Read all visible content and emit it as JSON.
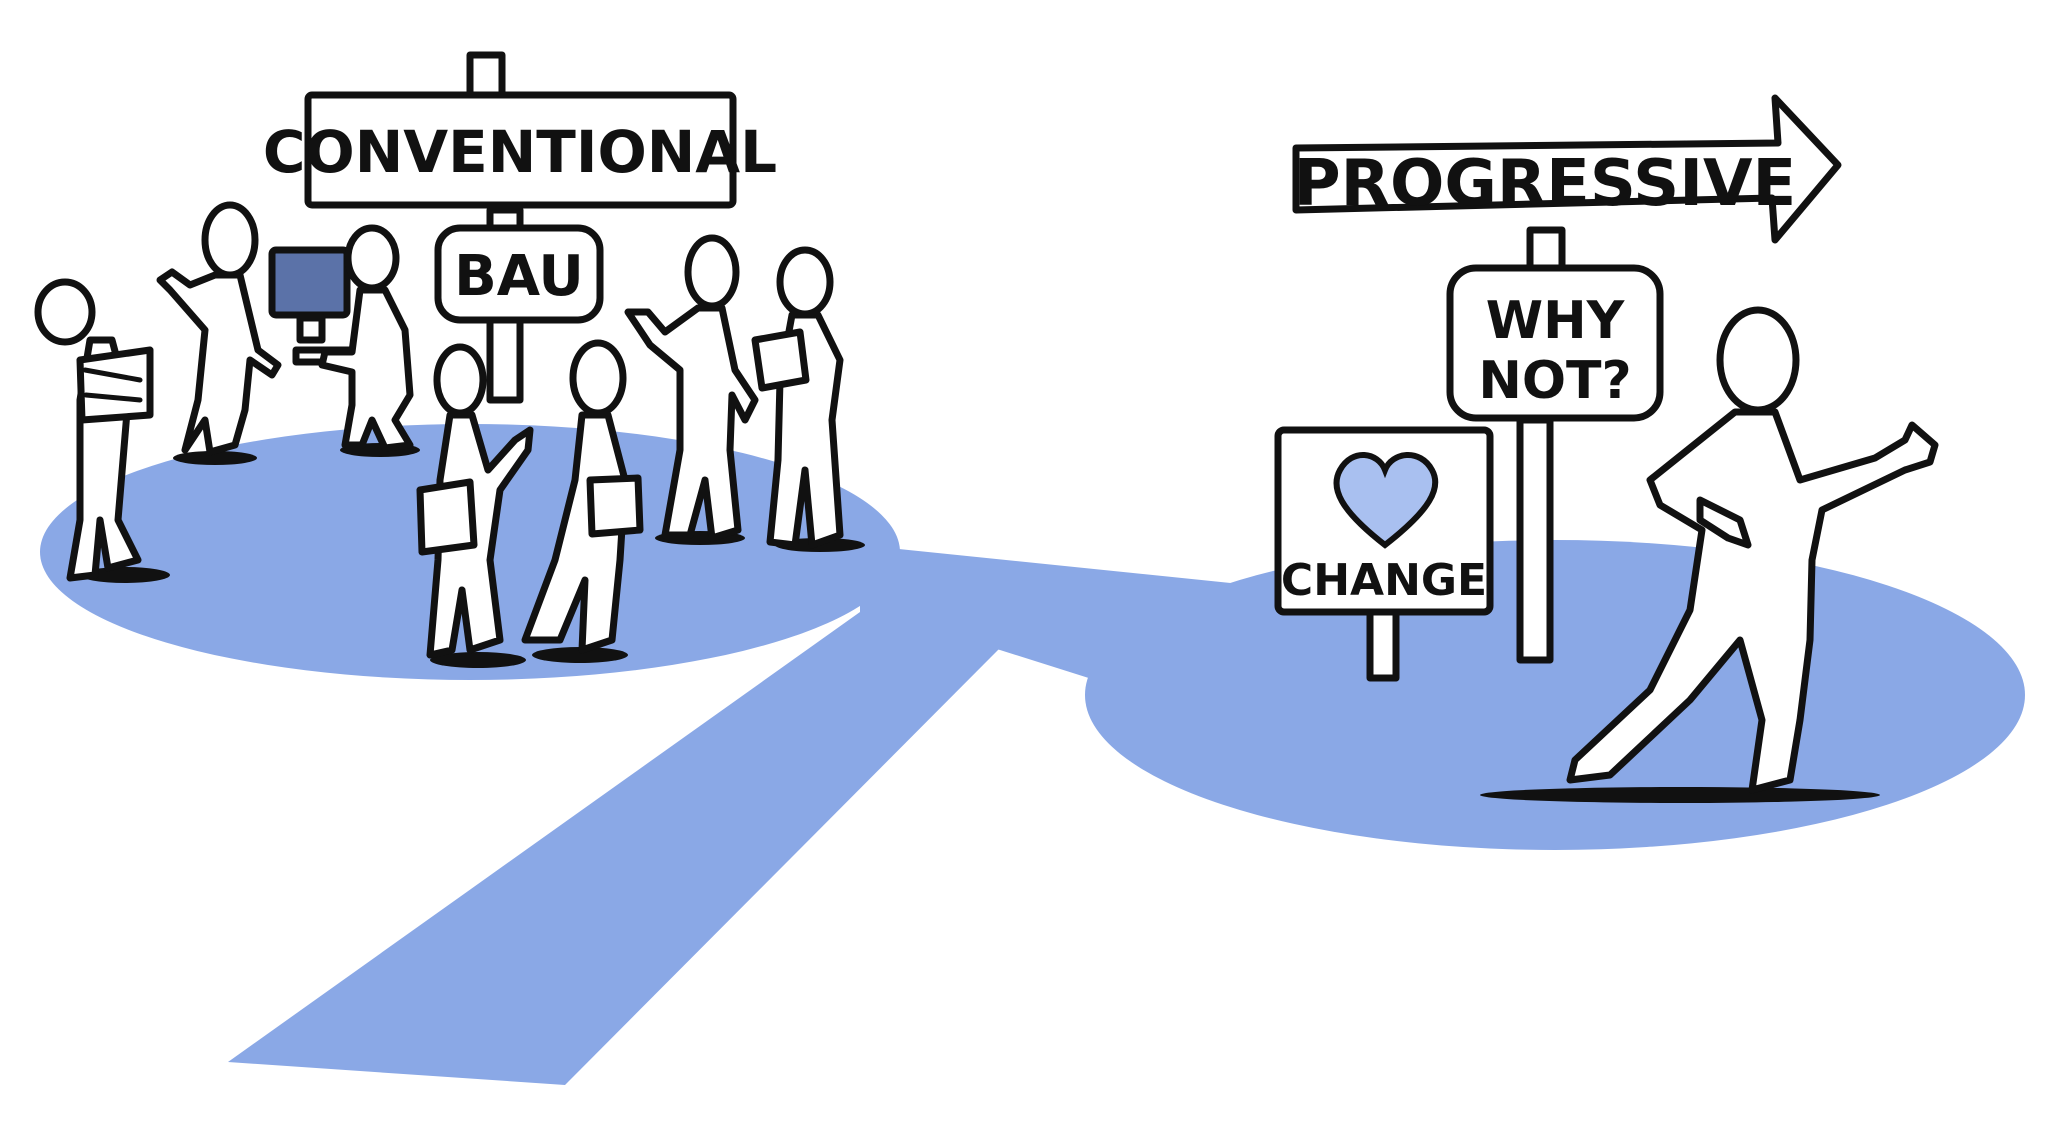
{
  "signs": {
    "conventional": "CONVENTIONAL",
    "bau": "BAU",
    "progressive": "PROGRESSIVE",
    "why_not_line1": "WHY",
    "why_not_line2": "NOT?",
    "change": "CHANGE"
  },
  "colors": {
    "ground": "#8aa8e6",
    "ink": "#111111",
    "paper": "#ffffff",
    "monitor": "#5b72a8",
    "heart": "#a9c0f0"
  },
  "icons": {
    "heart": "heart-icon",
    "arrow": "arrow-sign"
  }
}
